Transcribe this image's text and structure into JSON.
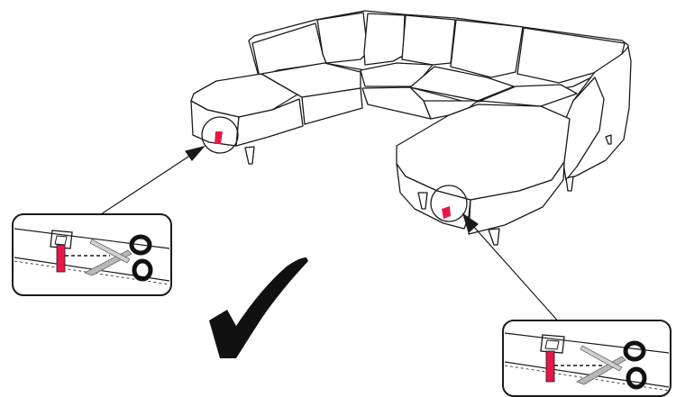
{
  "colors": {
    "line": "#1a1a1a",
    "tag": "#e8174a",
    "background": "#ffffff",
    "scissor_blade": "#b8b8b8"
  },
  "icons": {
    "main": "corner-sofa-illustration",
    "tag": "red-label-tag",
    "scissors": "scissors-icon",
    "confirm": "checkmark-icon"
  },
  "callouts": [
    {
      "name": "left-callout",
      "instruction": "cut-tag-along-dashed-line"
    },
    {
      "name": "right-callout",
      "instruction": "cut-tag-along-dashed-line"
    }
  ]
}
